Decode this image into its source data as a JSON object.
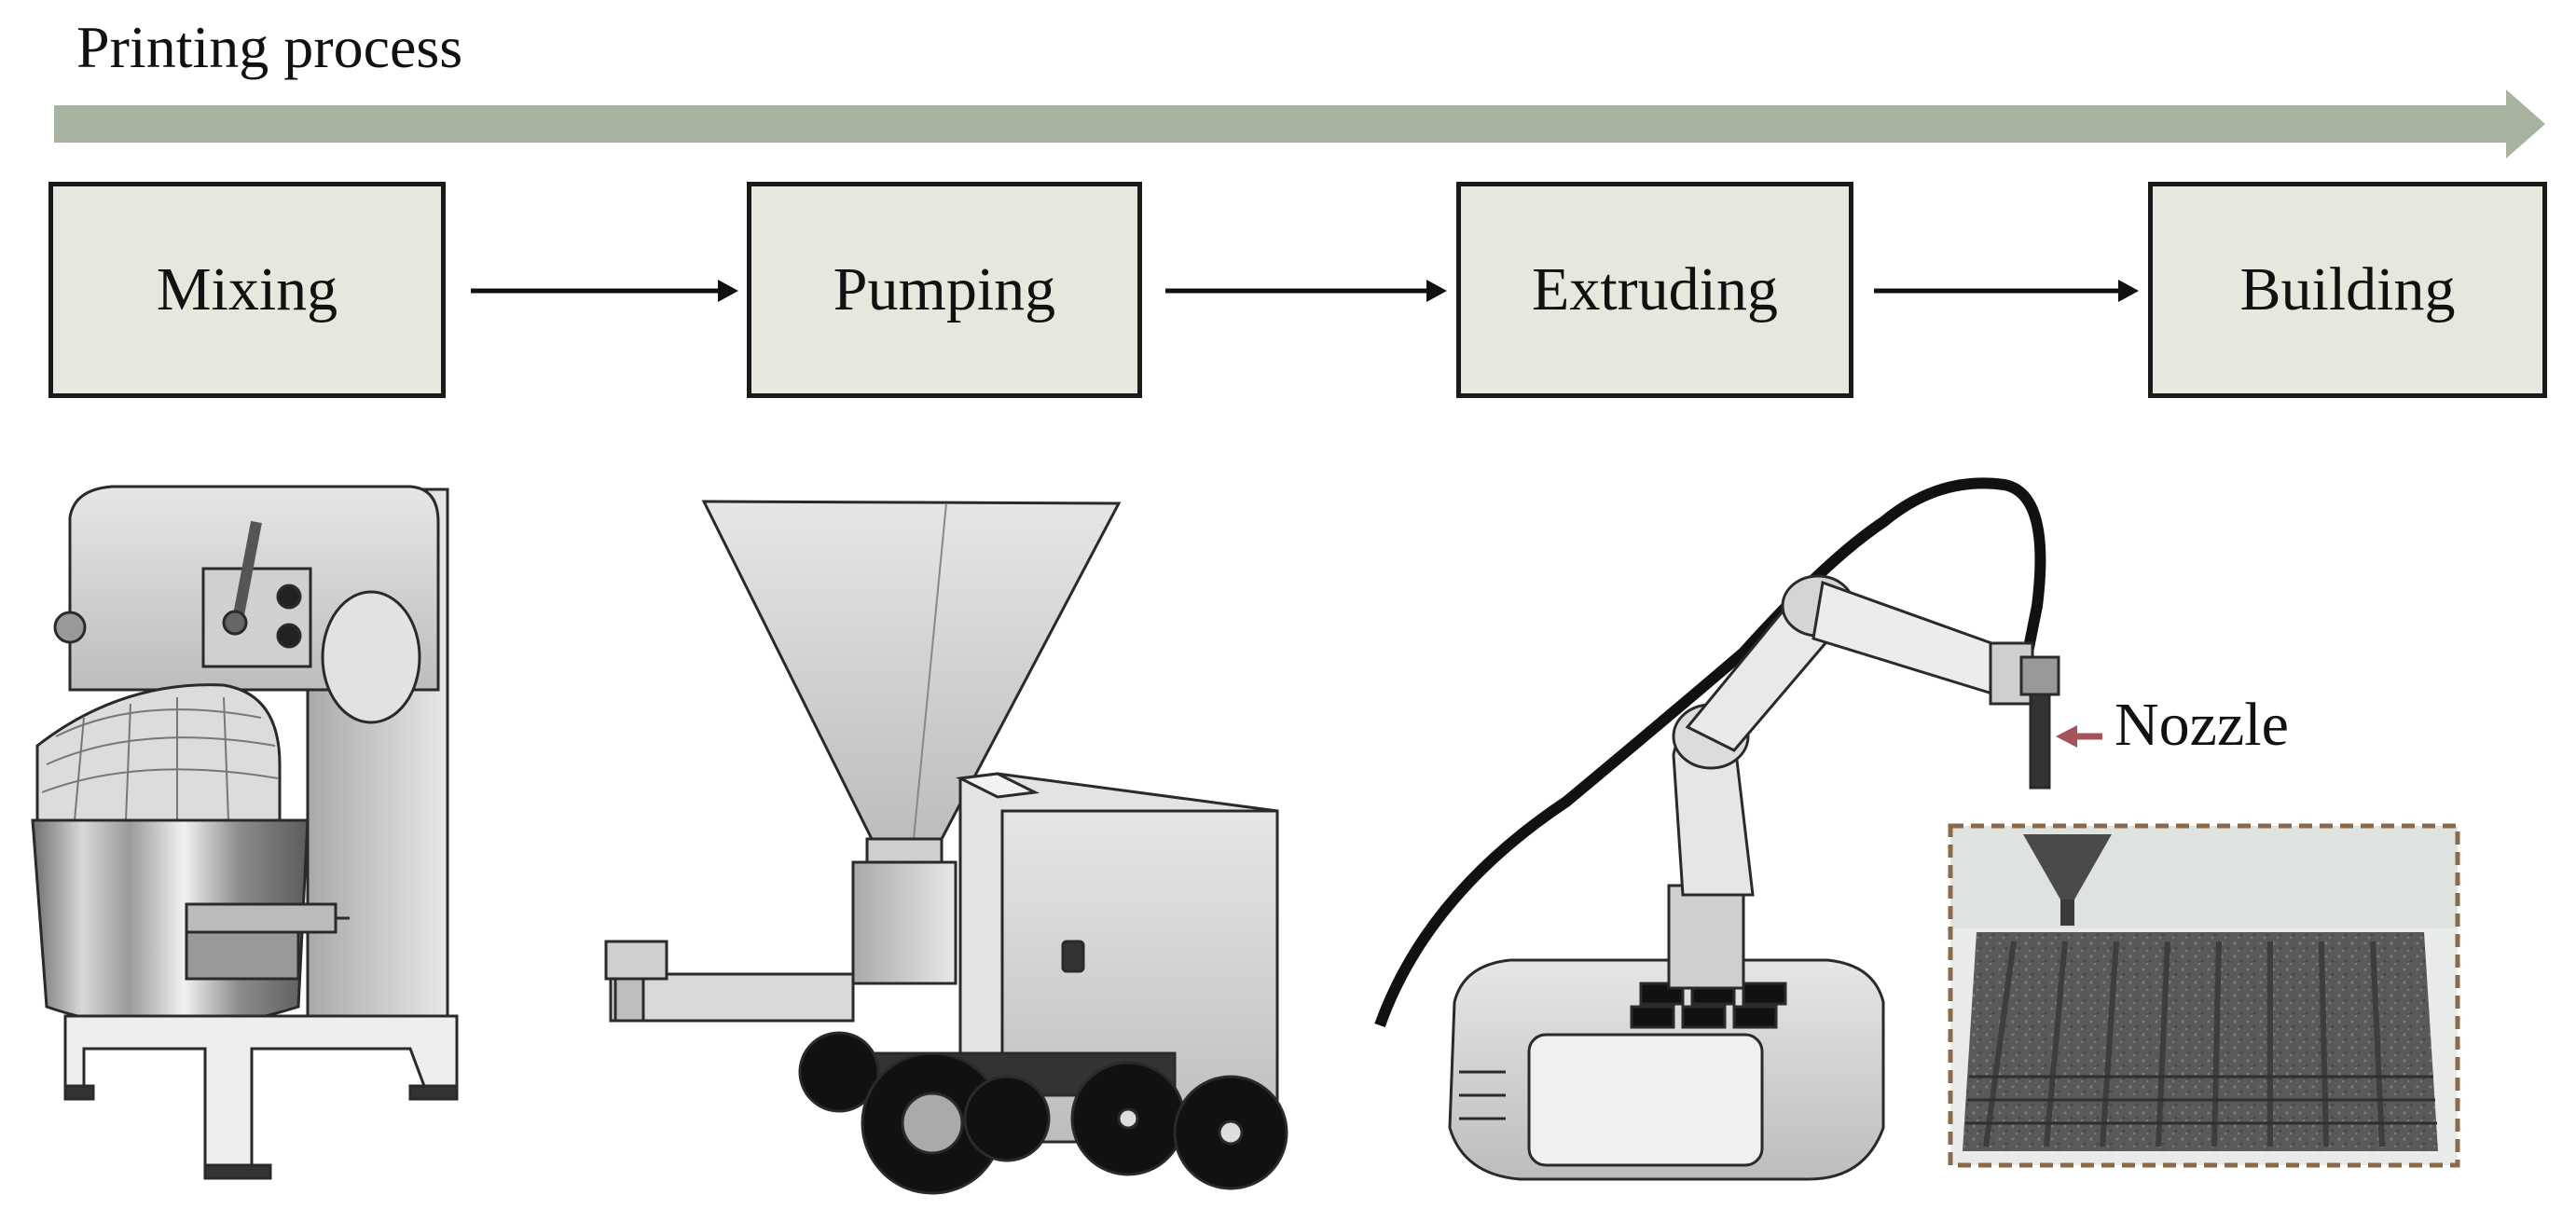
{
  "diagram": {
    "title": "Printing process",
    "steps": [
      {
        "label": "Mixing"
      },
      {
        "label": "Pumping"
      },
      {
        "label": "Extruding"
      },
      {
        "label": "Building"
      }
    ],
    "nozzle_label": "Nozzle"
  },
  "colors": {
    "process_arrow": "#a7b39f",
    "step_fill": "#e6e8de",
    "step_border": "#1a1a1a",
    "nozzle_pointer": "#a3545a",
    "photo_frame": "#8a6a4a"
  },
  "illustrations": [
    "mixer-machine",
    "concrete-pump",
    "robot-arm-printer",
    "printed-layers-photo"
  ]
}
